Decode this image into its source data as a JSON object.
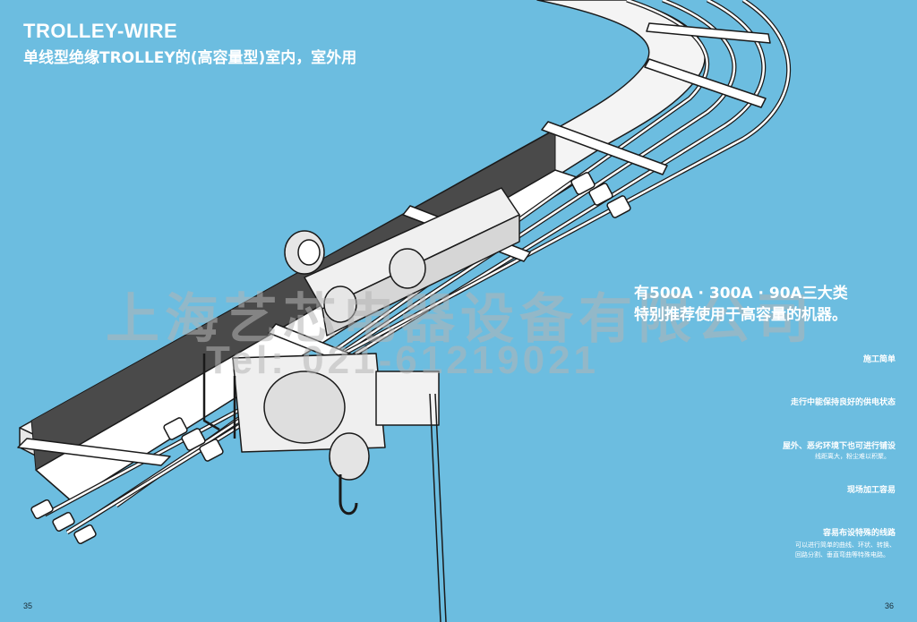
{
  "header": {
    "title": "TROLLEY-WIRE",
    "subtitle": "单线型绝缘TROLLEY的(高容量型)室内，室外用"
  },
  "watermark": {
    "company": "上海艺芯电器设备有限公司",
    "tel": "Tel: 021-61219021"
  },
  "headline": {
    "line1": "有500A · 300A · 90A三大类",
    "line2": "特别推荐使用于高容量的机器。"
  },
  "features": [
    {
      "title": "施工简单"
    },
    {
      "title": "走行中能保持良好的供电状态"
    },
    {
      "title": "屋外、恶劣环境下也可进行铺设",
      "note": "线距离大，粉尘难以积聚。"
    },
    {
      "title": "现场加工容易"
    },
    {
      "title": "容易布设特殊的线路",
      "desc": "可以进行简单的曲线、环状、转换、回路分割、垂直弯曲等特殊电路。"
    }
  ],
  "pages": {
    "left": "35",
    "right": "36"
  },
  "colors": {
    "background": "#6cbde0",
    "text": "#ffffff",
    "line": "#1a1a1a"
  }
}
